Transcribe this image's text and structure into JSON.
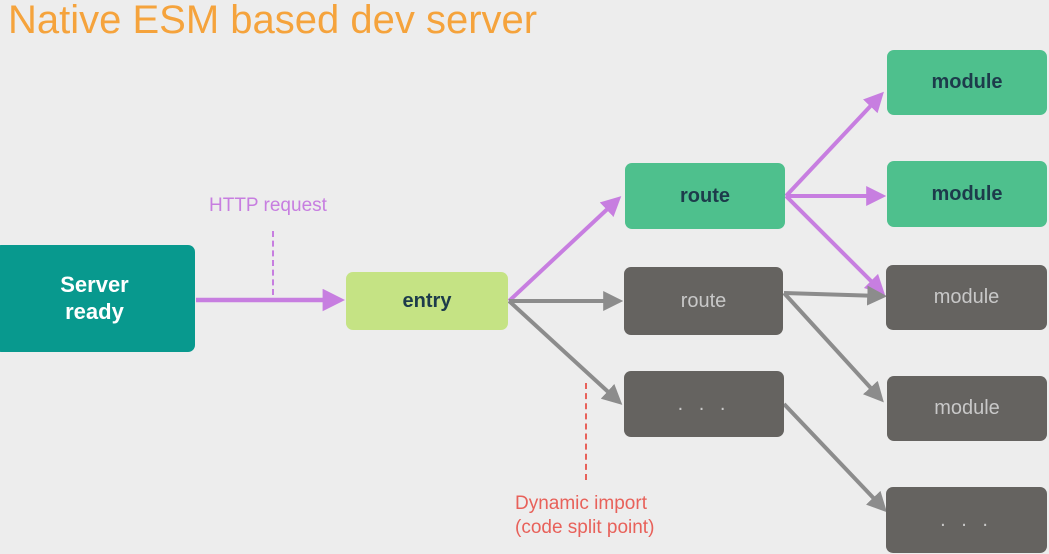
{
  "title": "Native ESM based dev server",
  "theme": {
    "background": "#ededed",
    "title_color": "#f5a33c",
    "server_fill": "#08998e",
    "server_text": "#ffffff",
    "entry_fill": "#c5e384",
    "active_fill": "#4ec08d",
    "active_text": "#1d3b4b",
    "inactive_fill": "#656360",
    "inactive_text": "#c8c8c8",
    "purple_arrow": "#c77ee0",
    "gray_arrow": "#8c8c8c",
    "dynamic_red": "#e8615a"
  },
  "nodes": {
    "server": {
      "label": "Server\nready",
      "state": "active"
    },
    "entry": {
      "label": "entry",
      "state": "active"
    },
    "route_active": {
      "label": "route",
      "state": "active"
    },
    "route_inactive": {
      "label": "route",
      "state": "inactive"
    },
    "route_more": {
      "label": ". . .",
      "state": "inactive"
    },
    "module_1": {
      "label": "module",
      "state": "active"
    },
    "module_2": {
      "label": "module",
      "state": "active"
    },
    "module_3": {
      "label": "module",
      "state": "inactive"
    },
    "module_4": {
      "label": "module",
      "state": "inactive"
    },
    "module_more": {
      "label": ". . .",
      "state": "inactive"
    }
  },
  "annotations": {
    "http_request": "HTTP request",
    "dynamic_import": "Dynamic import\n(code split point)"
  }
}
